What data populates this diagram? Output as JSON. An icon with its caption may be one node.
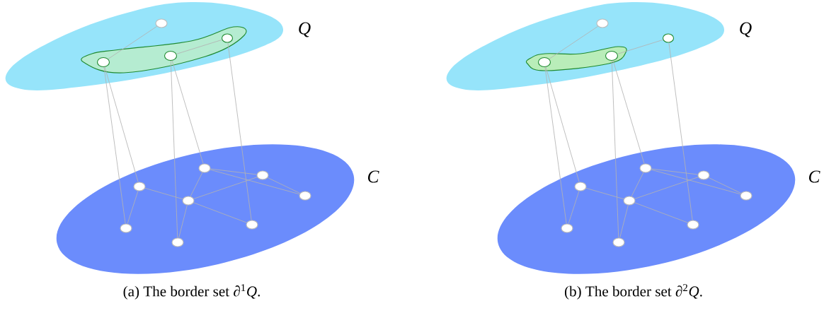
{
  "diagram": {
    "nodes": [
      {
        "text": [
          "Q"
        ]
      },
      {
        "text": [],
        "shape": "blob",
        "in": 0
      },
      {
        "text": [],
        "shape": "circle",
        "in": 0
      },
      {
        "text": [],
        "shape": "circle",
        "in": 1
      },
      {
        "text": [],
        "shape": "circle",
        "in": 1
      },
      {
        "text": [],
        "shape": "circle",
        "in": 1
      },
      {
        "text": [
          "C"
        ]
      },
      {
        "text": [],
        "shape": "circle",
        "in": 6
      },
      {
        "text": [],
        "shape": "circle",
        "in": 6
      },
      {
        "text": [],
        "shape": "circle",
        "in": 6
      },
      {
        "text": [],
        "shape": "circle",
        "in": 6
      },
      {
        "text": [],
        "shape": "circle",
        "in": 6
      },
      {
        "text": [],
        "shape": "circle",
        "in": 6
      },
      {
        "text": [],
        "shape": "circle",
        "in": 6
      },
      {
        "text": [],
        "shape": "circle",
        "in": 6
      },
      {
        "text": [
          "Q"
        ]
      },
      {
        "text": [],
        "shape": "blob",
        "in": 15
      },
      {
        "text": [],
        "shape": "circle",
        "in": 15
      },
      {
        "text": [],
        "shape": "circle",
        "in": 16
      },
      {
        "text": [],
        "shape": "circle",
        "in": 16
      },
      {
        "text": [],
        "shape": "circle",
        "in": 15
      },
      {
        "text": [
          "C"
        ]
      },
      {
        "text": [],
        "shape": "circle",
        "in": 21
      },
      {
        "text": [],
        "shape": "circle",
        "in": 21
      },
      {
        "text": [],
        "shape": "circle",
        "in": 21
      },
      {
        "text": [],
        "shape": "circle",
        "in": 21
      },
      {
        "text": [],
        "shape": "circle",
        "in": 21
      },
      {
        "text": [],
        "shape": "circle",
        "in": 21
      },
      {
        "text": [],
        "shape": "circle",
        "in": 21
      },
      {
        "text": [],
        "shape": "circle",
        "in": 21
      }
    ],
    "edges": [
      {
        "from": 2,
        "to": 3,
        "arrow": "none"
      },
      {
        "from": 4,
        "to": 5,
        "arrow": "none"
      },
      {
        "from": 3,
        "to": 7,
        "arrow": "none"
      },
      {
        "from": 3,
        "to": 8,
        "arrow": "none"
      },
      {
        "from": 4,
        "to": 9,
        "arrow": "none"
      },
      {
        "from": 4,
        "to": 11,
        "arrow": "none"
      },
      {
        "from": 5,
        "to": 12,
        "arrow": "none"
      },
      {
        "from": 8,
        "to": 7,
        "arrow": "none"
      },
      {
        "from": 8,
        "to": 10,
        "arrow": "none"
      },
      {
        "from": 10,
        "to": 9,
        "arrow": "none"
      },
      {
        "from": 10,
        "to": 11,
        "arrow": "none"
      },
      {
        "from": 10,
        "to": 13,
        "arrow": "none"
      },
      {
        "from": 10,
        "to": 12,
        "arrow": "none"
      },
      {
        "from": 11,
        "to": 13,
        "arrow": "none"
      },
      {
        "from": 11,
        "to": 14,
        "arrow": "none"
      },
      {
        "from": 13,
        "to": 14,
        "arrow": "none"
      },
      {
        "from": 17,
        "to": 18,
        "arrow": "none"
      },
      {
        "from": 19,
        "to": 20,
        "arrow": "none"
      },
      {
        "from": 18,
        "to": 22,
        "arrow": "none"
      },
      {
        "from": 18,
        "to": 23,
        "arrow": "none"
      },
      {
        "from": 19,
        "to": 24,
        "arrow": "none"
      },
      {
        "from": 19,
        "to": 26,
        "arrow": "none"
      },
      {
        "from": 20,
        "to": 27,
        "arrow": "none"
      },
      {
        "from": 23,
        "to": 22,
        "arrow": "none"
      },
      {
        "from": 23,
        "to": 25,
        "arrow": "none"
      },
      {
        "from": 25,
        "to": 24,
        "arrow": "none"
      },
      {
        "from": 25,
        "to": 26,
        "arrow": "none"
      },
      {
        "from": 25,
        "to": 28,
        "arrow": "none"
      },
      {
        "from": 25,
        "to": 27,
        "arrow": "none"
      },
      {
        "from": 26,
        "to": 28,
        "arrow": "none"
      },
      {
        "from": 26,
        "to": 29,
        "arrow": "none"
      },
      {
        "from": 28,
        "to": 29,
        "arrow": "none"
      }
    ],
    "labels": [
      "(a) The border set ∂$^{1}$*Q*.",
      "(b) The border set ∂$^{2}$*Q*."
    ]
  }
}
